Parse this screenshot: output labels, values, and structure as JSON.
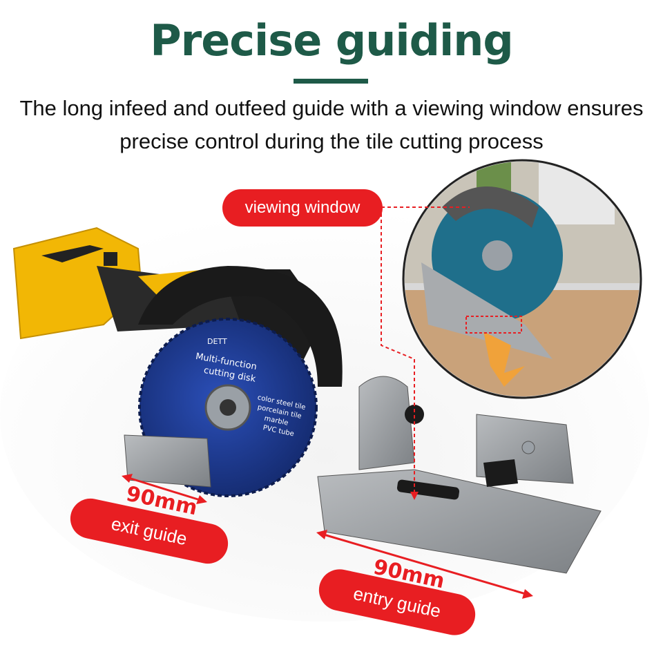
{
  "header": {
    "title": "Precise guiding",
    "description_line1": "The long infeed and outfeed guide with a viewing window ensures",
    "description_line2": "precise control during the tile cutting process"
  },
  "callouts": {
    "viewing_window": "viewing window",
    "exit_guide": "exit guide",
    "entry_guide": "entry guide",
    "exit_length": "90mm",
    "entry_length": "90mm"
  },
  "disc": {
    "brand": "DETT",
    "line1": "Multi-function",
    "line2": "cutting disk",
    "materials": [
      "color steel tile",
      "porcelain tile",
      "marble",
      "PVC tube"
    ]
  },
  "colors": {
    "title_green": "#1e5a48",
    "accent_red": "#e81e22",
    "tool_yellow": "#f2b705",
    "disc_blue": "#1f3a8a"
  }
}
